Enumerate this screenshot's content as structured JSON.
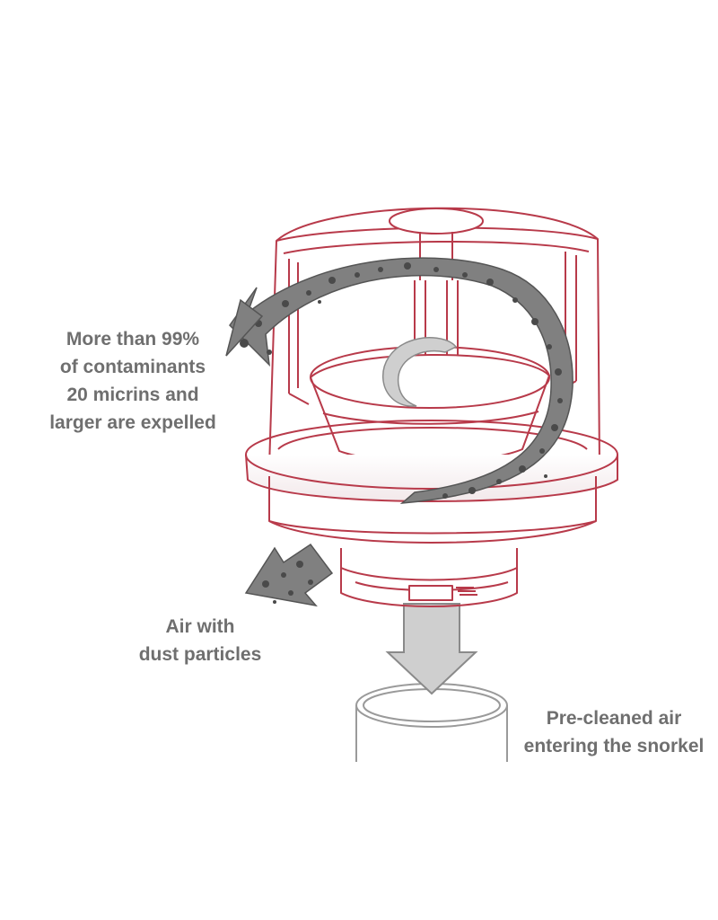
{
  "labels": {
    "expelled": [
      "More than 99%",
      "of contaminants",
      "20 micrins and",
      "larger are expelled"
    ],
    "dust": [
      "Air with",
      "dust particles"
    ],
    "snorkel": [
      "Pre-cleaned air",
      "entering the snorkel"
    ]
  },
  "colors": {
    "outline": "#b83a4a",
    "arrow_dark": "#808080",
    "arrow_light": "#cfcfcf",
    "particle": "#4a4a4a",
    "text": "#6f6f6f",
    "snorkel_outline": "#9a9a9a"
  }
}
